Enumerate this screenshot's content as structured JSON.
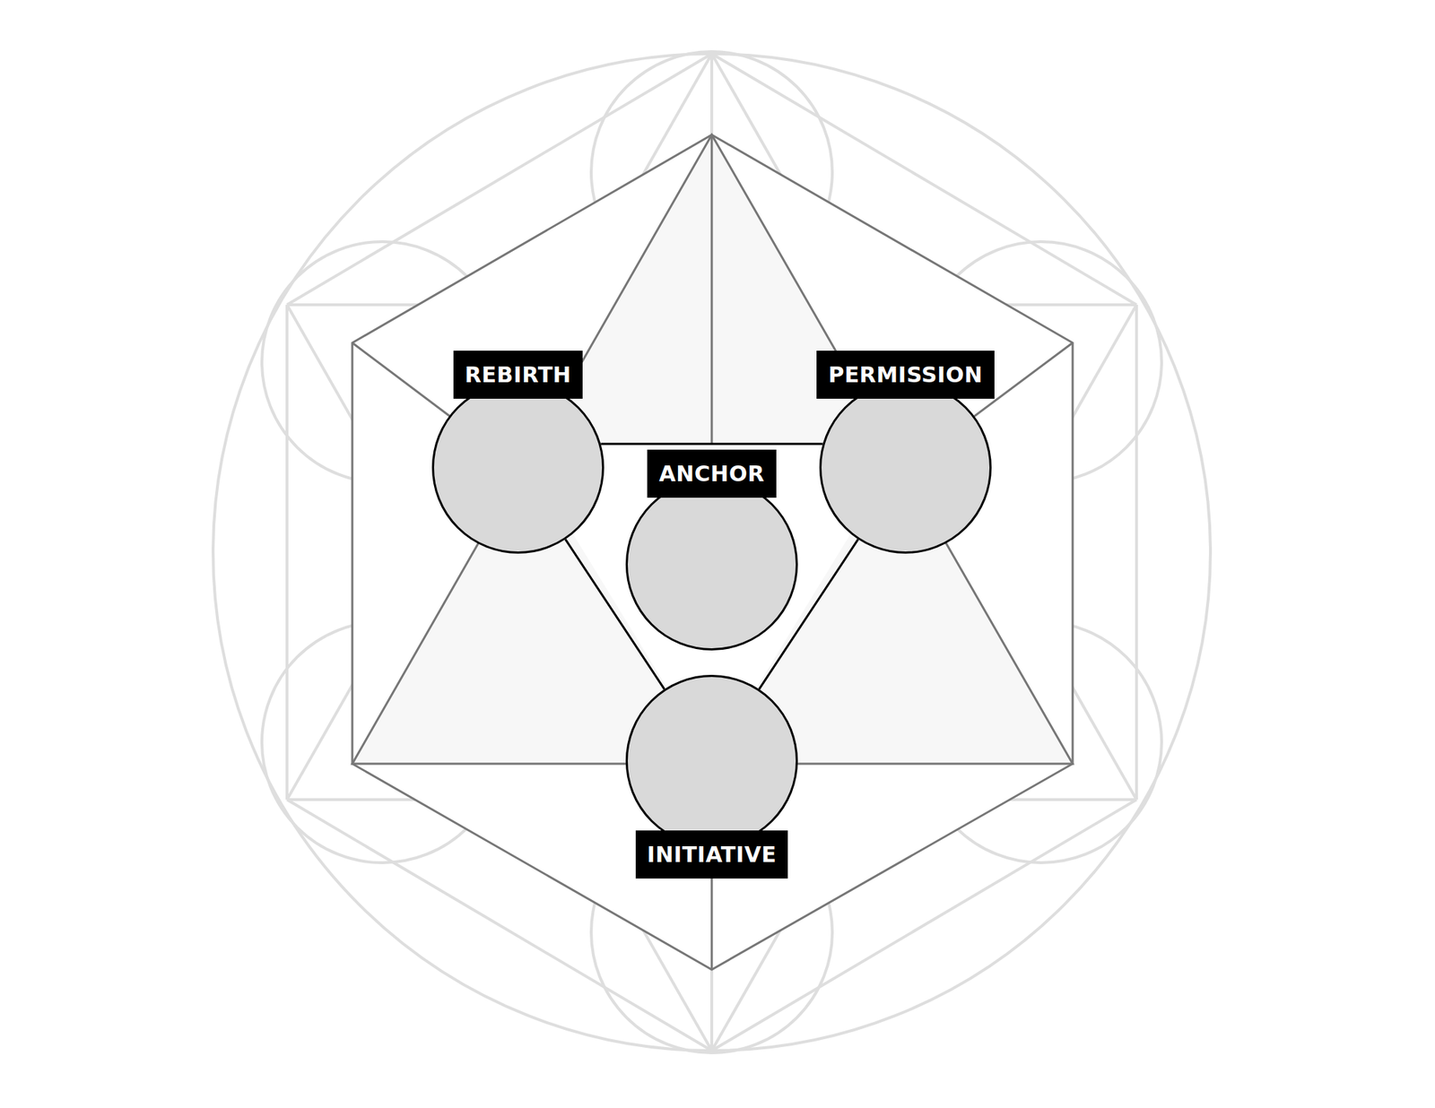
{
  "diagram": {
    "nodes": [
      {
        "text": [
          "REBIRTH"
        ]
      },
      {
        "text": [
          "PERMISSION"
        ]
      },
      {
        "text": [
          "ANCHOR"
        ]
      },
      {
        "text": [
          "INITIATIVE"
        ]
      }
    ],
    "edges": [
      {
        "from": 0,
        "to": 1,
        "arrow": "none"
      },
      {
        "from": 0,
        "to": 3,
        "arrow": "none"
      },
      {
        "from": 1,
        "to": 3,
        "arrow": "none"
      }
    ]
  }
}
